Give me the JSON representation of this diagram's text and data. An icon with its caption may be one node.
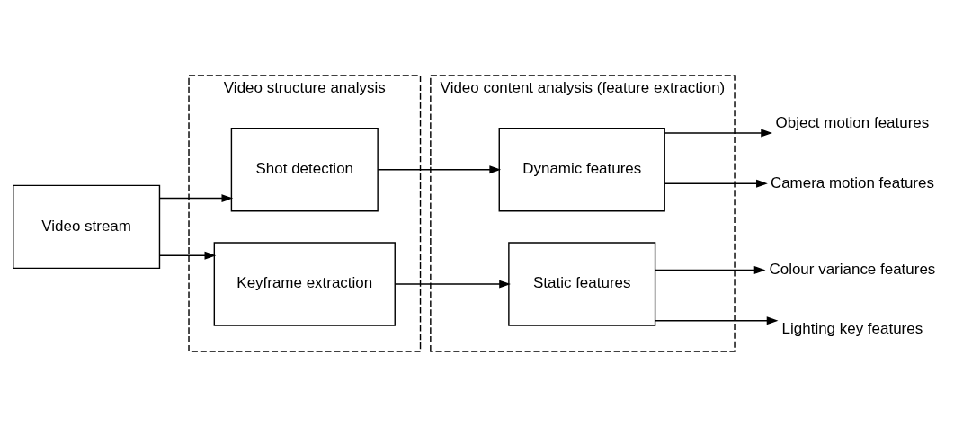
{
  "diagram": {
    "nodes": [
      {
        "text": [
          "Video stream"
        ]
      },
      {
        "text": [
          "Video structure analysis"
        ]
      },
      {
        "text": [
          "Shot detection"
        ],
        "in": 1
      },
      {
        "text": [
          "Keyframe extraction"
        ],
        "in": 1
      },
      {
        "text": [
          "Video content analysis (feature extraction)"
        ]
      },
      {
        "text": [
          "Dynamic features"
        ],
        "in": 4
      },
      {
        "text": [
          "Static features"
        ],
        "in": 4
      },
      {
        "text": [
          "Object motion features"
        ]
      },
      {
        "text": [
          "Camera motion features"
        ]
      },
      {
        "text": [
          "Colour variance features"
        ]
      },
      {
        "text": [
          "Lighting key features"
        ]
      }
    ],
    "edges": [
      {
        "from": 0,
        "to": 2,
        "arrow": "to"
      },
      {
        "from": 0,
        "to": 3,
        "arrow": "to"
      },
      {
        "from": 2,
        "to": 5,
        "arrow": "to"
      },
      {
        "from": 3,
        "to": 6,
        "arrow": "to"
      },
      {
        "from": 5,
        "to": 7,
        "arrow": "to"
      },
      {
        "from": 5,
        "to": 8,
        "arrow": "to"
      },
      {
        "from": 6,
        "to": 9,
        "arrow": "to"
      },
      {
        "from": 6,
        "to": 10,
        "arrow": "to"
      }
    ]
  }
}
